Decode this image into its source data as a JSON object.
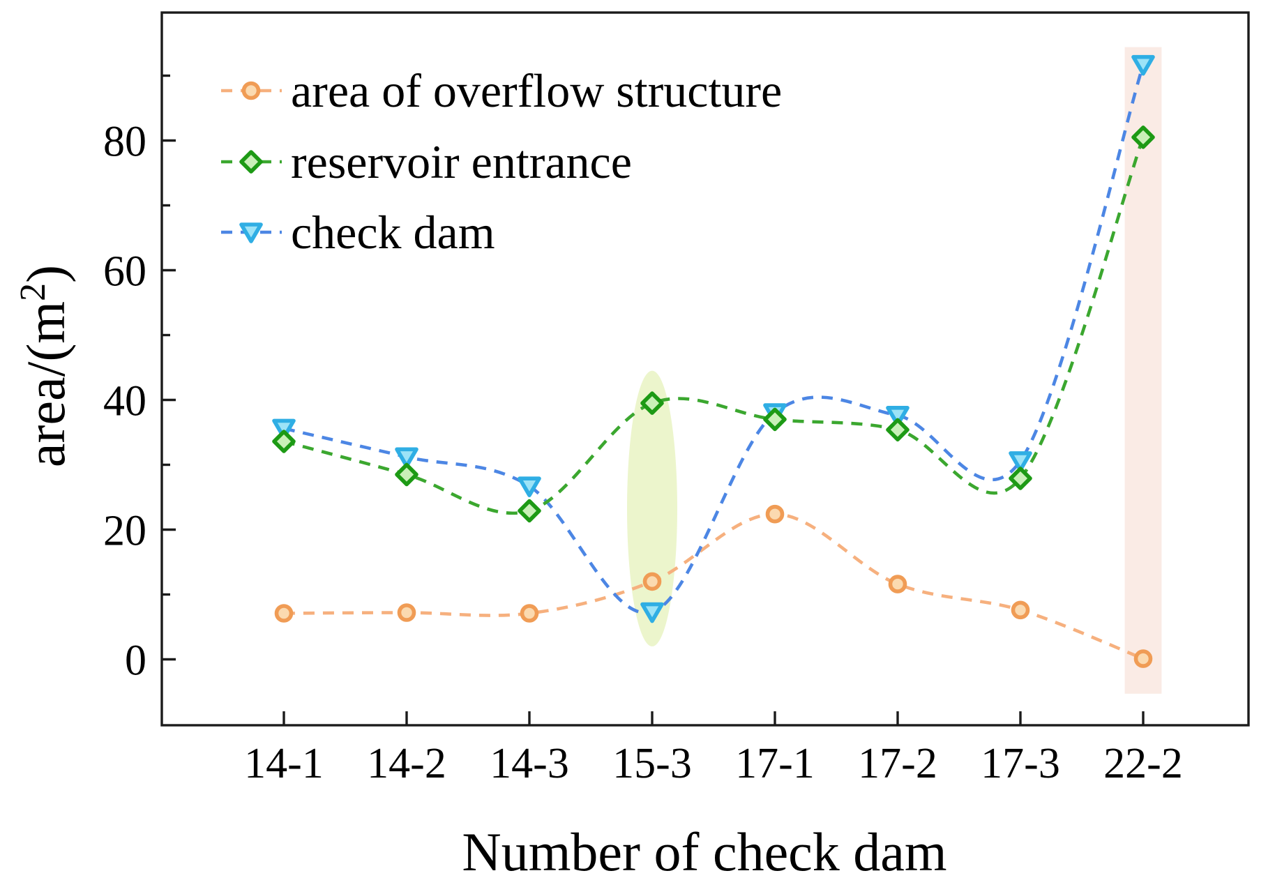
{
  "chart_data": {
    "type": "line",
    "title": "",
    "xlabel": "Number of check dam",
    "ylabel": "area/(m²)",
    "ylabel_parts": {
      "base": "area/(m",
      "sup": "2",
      "close": ")"
    },
    "categories": [
      "14-1",
      "14-2",
      "14-3",
      "15-3",
      "17-1",
      "17-2",
      "17-3",
      "22-2"
    ],
    "series": [
      {
        "name": "area of overflow structure",
        "marker": "circle",
        "line_color": "#F6B07E",
        "marker_stroke": "#F09C55",
        "marker_fill": "#FBDAB0",
        "values": [
          7.1,
          7.2,
          7.1,
          12.0,
          22.4,
          11.6,
          7.6,
          0.1
        ]
      },
      {
        "name": "reservoir entrance",
        "marker": "diamond",
        "line_color": "#3BA72F",
        "marker_stroke": "#1D9A15",
        "marker_fill": "#C9F0B8",
        "values": [
          33.6,
          28.5,
          22.9,
          39.5,
          37.0,
          35.4,
          27.9,
          80.5
        ]
      },
      {
        "name": "check dam",
        "marker": "triangle-down",
        "line_color": "#4C86E4",
        "marker_stroke": "#2FAEE4",
        "marker_fill": "#9CE3F7",
        "values": [
          35.6,
          31.2,
          26.7,
          7.3,
          38.0,
          37.6,
          30.6,
          91.7
        ]
      }
    ],
    "ylim": [
      -10,
      100
    ],
    "yticks": [
      0,
      20,
      40,
      60,
      80
    ],
    "minor_yticks": [
      10,
      30,
      50,
      70,
      90
    ],
    "grid": false,
    "line_style": "dashed",
    "legend_position": "top-left",
    "legend_labels": [
      "area of overflow structure",
      "reservoir entrance",
      "check dam"
    ],
    "highlights": [
      {
        "type": "ellipse",
        "category": "15-3",
        "value_range": [
          2.0,
          44.5
        ],
        "color": "#E9F3C3",
        "opacity": 0.85
      },
      {
        "type": "band",
        "category": "22-2",
        "value_range": [
          -5.3,
          94.4
        ],
        "width_fraction": 0.3,
        "color": "#FAE9E2",
        "opacity": 0.9
      }
    ],
    "axis_color": "#1b1b1b"
  }
}
